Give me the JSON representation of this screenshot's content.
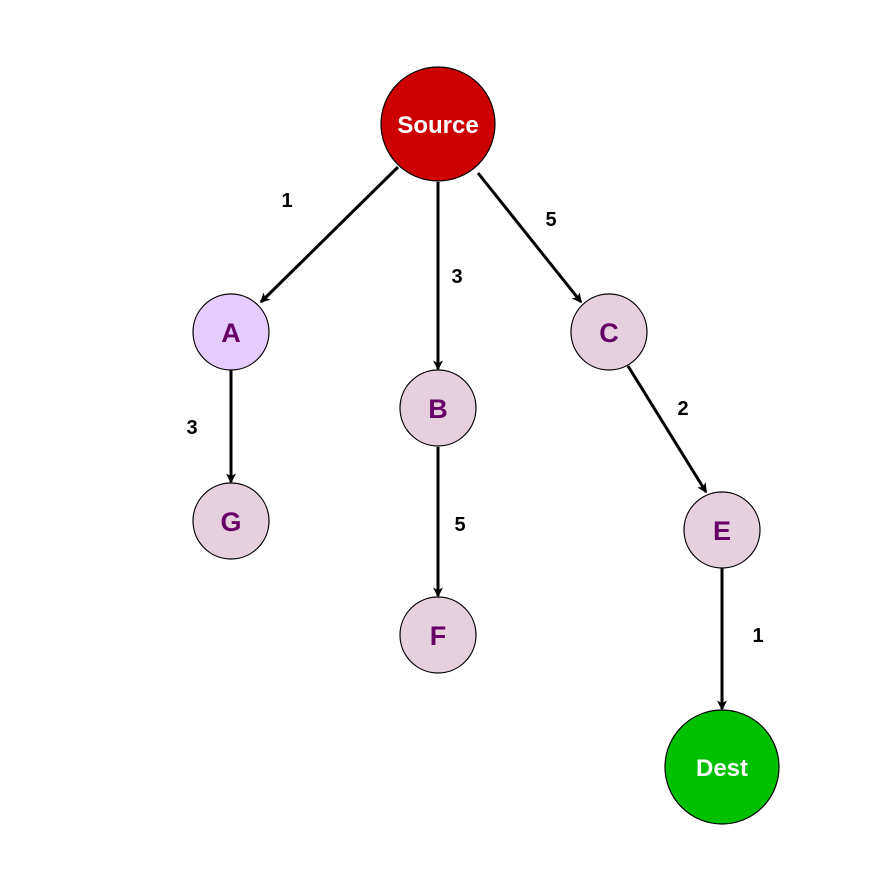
{
  "colors": {
    "source_fill": "#cc0000",
    "dest_fill": "#00c000",
    "node_a_fill": "#e5ccff",
    "node_fill": "#e6d0de",
    "node_text": "#660066",
    "terminal_text": "#ffffff",
    "edge": "#000000"
  },
  "nodes": {
    "source": {
      "label": "Source"
    },
    "a": {
      "label": "A"
    },
    "b": {
      "label": "B"
    },
    "c": {
      "label": "C"
    },
    "e": {
      "label": "E"
    },
    "f": {
      "label": "F"
    },
    "g": {
      "label": "G"
    },
    "dest": {
      "label": "Dest"
    }
  },
  "edges": {
    "source_a": {
      "weight": "1"
    },
    "source_b": {
      "weight": "3"
    },
    "source_c": {
      "weight": "5"
    },
    "a_g": {
      "weight": "3"
    },
    "b_f": {
      "weight": "5"
    },
    "c_e": {
      "weight": "2"
    },
    "e_dest": {
      "weight": "1"
    }
  }
}
